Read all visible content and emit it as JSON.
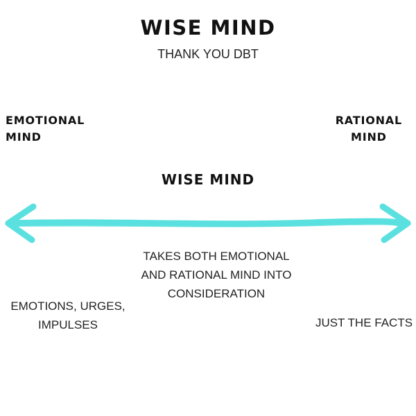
{
  "title": "WISE MIND",
  "subtitle": "THANK YOU DBT",
  "left_label": "EMOTIONAL\nMIND",
  "right_label": "RATIONAL\nMIND",
  "center_label": "WISE MIND",
  "center_description": "TAKES BOTH EMOTIONAL\nAND RATIONAL MIND INTO\nCONSIDERATION",
  "left_description": "EMOTIONS, URGES,\nIMPULSES",
  "right_description": "JUST THE FACTS",
  "arrow_color": "#5BE0E0"
}
